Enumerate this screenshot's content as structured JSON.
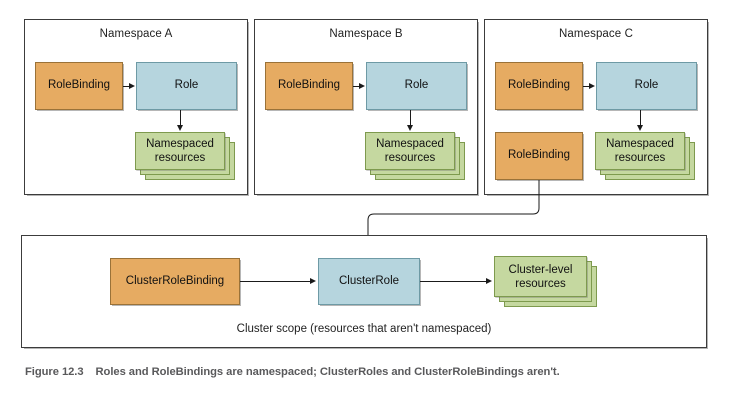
{
  "figure": {
    "number": "Figure 12.3",
    "caption": "Roles and RoleBindings are namespaced; ClusterRoles and ClusterRoleBindings aren't."
  },
  "colors": {
    "orange": "#e6ab62",
    "blue": "#b6d5de",
    "green": "#c5d8a0",
    "border": "#3c3c3c",
    "line": "#1a1a1a",
    "caption_text": "#59595b"
  },
  "namespaces": [
    {
      "title": "Namespace A",
      "role_binding": "RoleBinding",
      "role": "Role",
      "resources": "Namespaced resources",
      "resources_line1": "Namespaced",
      "resources_line2": "resources",
      "extra_role_binding": null
    },
    {
      "title": "Namespace B",
      "role_binding": "RoleBinding",
      "role": "Role",
      "resources": "Namespaced resources",
      "resources_line1": "Namespaced",
      "resources_line2": "resources",
      "extra_role_binding": null
    },
    {
      "title": "Namespace C",
      "role_binding": "RoleBinding",
      "role": "Role",
      "resources": "Namespaced resources",
      "resources_line1": "Namespaced",
      "resources_line2": "resources",
      "extra_role_binding": "RoleBinding"
    }
  ],
  "cluster": {
    "caption": "Cluster scope (resources that aren't namespaced)",
    "cluster_role_binding": "ClusterRoleBinding",
    "cluster_role": "ClusterRole",
    "resources_line1": "Cluster-level",
    "resources_line2": "resources",
    "resources": "Cluster-level resources"
  }
}
